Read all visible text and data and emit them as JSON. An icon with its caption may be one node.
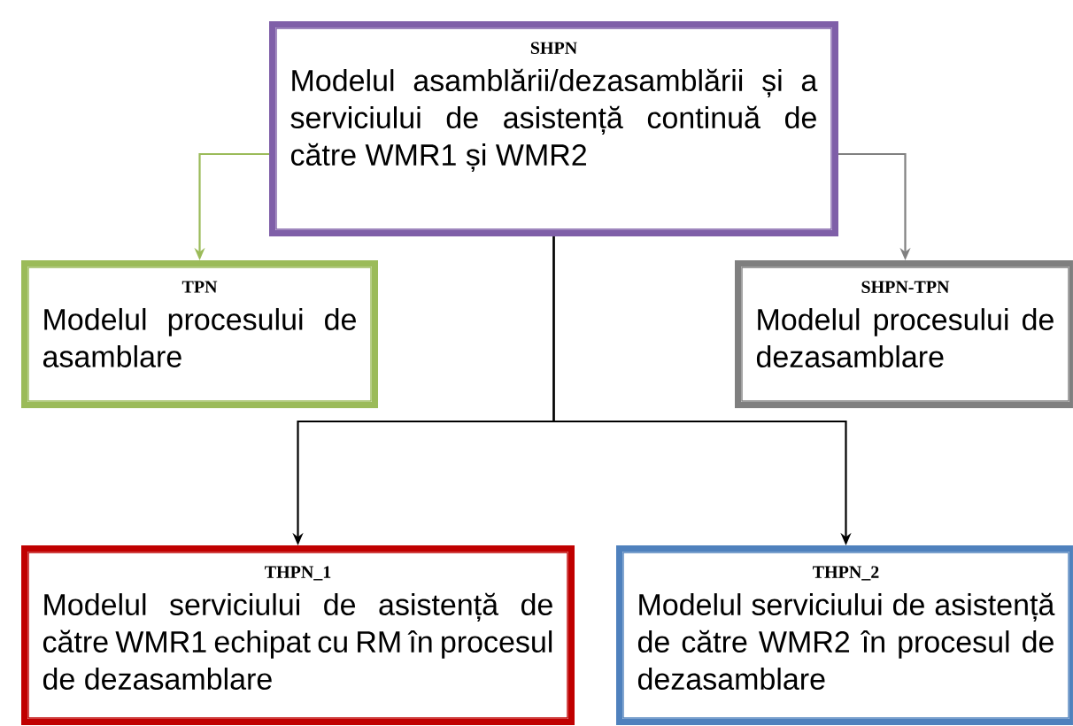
{
  "diagram": {
    "nodes": [
      {
        "text": [
          "SHPN",
          "Modelul asamblării/dezasamblării și a serviciului de asistență continuă de către WMR1 și WMR2"
        ]
      },
      {
        "text": [
          "TPN",
          "Modelul procesului de asamblare"
        ]
      },
      {
        "text": [
          "SHPN-TPN",
          "Modelul procesului de dezasamblare"
        ]
      },
      {
        "text": [
          "THPN_1",
          "Modelul serviciului de asistență de către WMR1 echipat cu RM în procesul de dezasamblare"
        ]
      },
      {
        "text": [
          "THPN_2",
          "Modelul serviciului de asistență de către WMR2 în procesul de dezasamblare"
        ]
      }
    ],
    "edges": [
      {
        "from": 0,
        "to": 1,
        "arrow": "to",
        "color": "#9bbb59"
      },
      {
        "from": 0,
        "to": 2,
        "arrow": "to",
        "color": "#808080"
      },
      {
        "from": 0,
        "to": 3,
        "arrow": "to"
      },
      {
        "from": 0,
        "to": 4,
        "arrow": "to"
      }
    ]
  }
}
